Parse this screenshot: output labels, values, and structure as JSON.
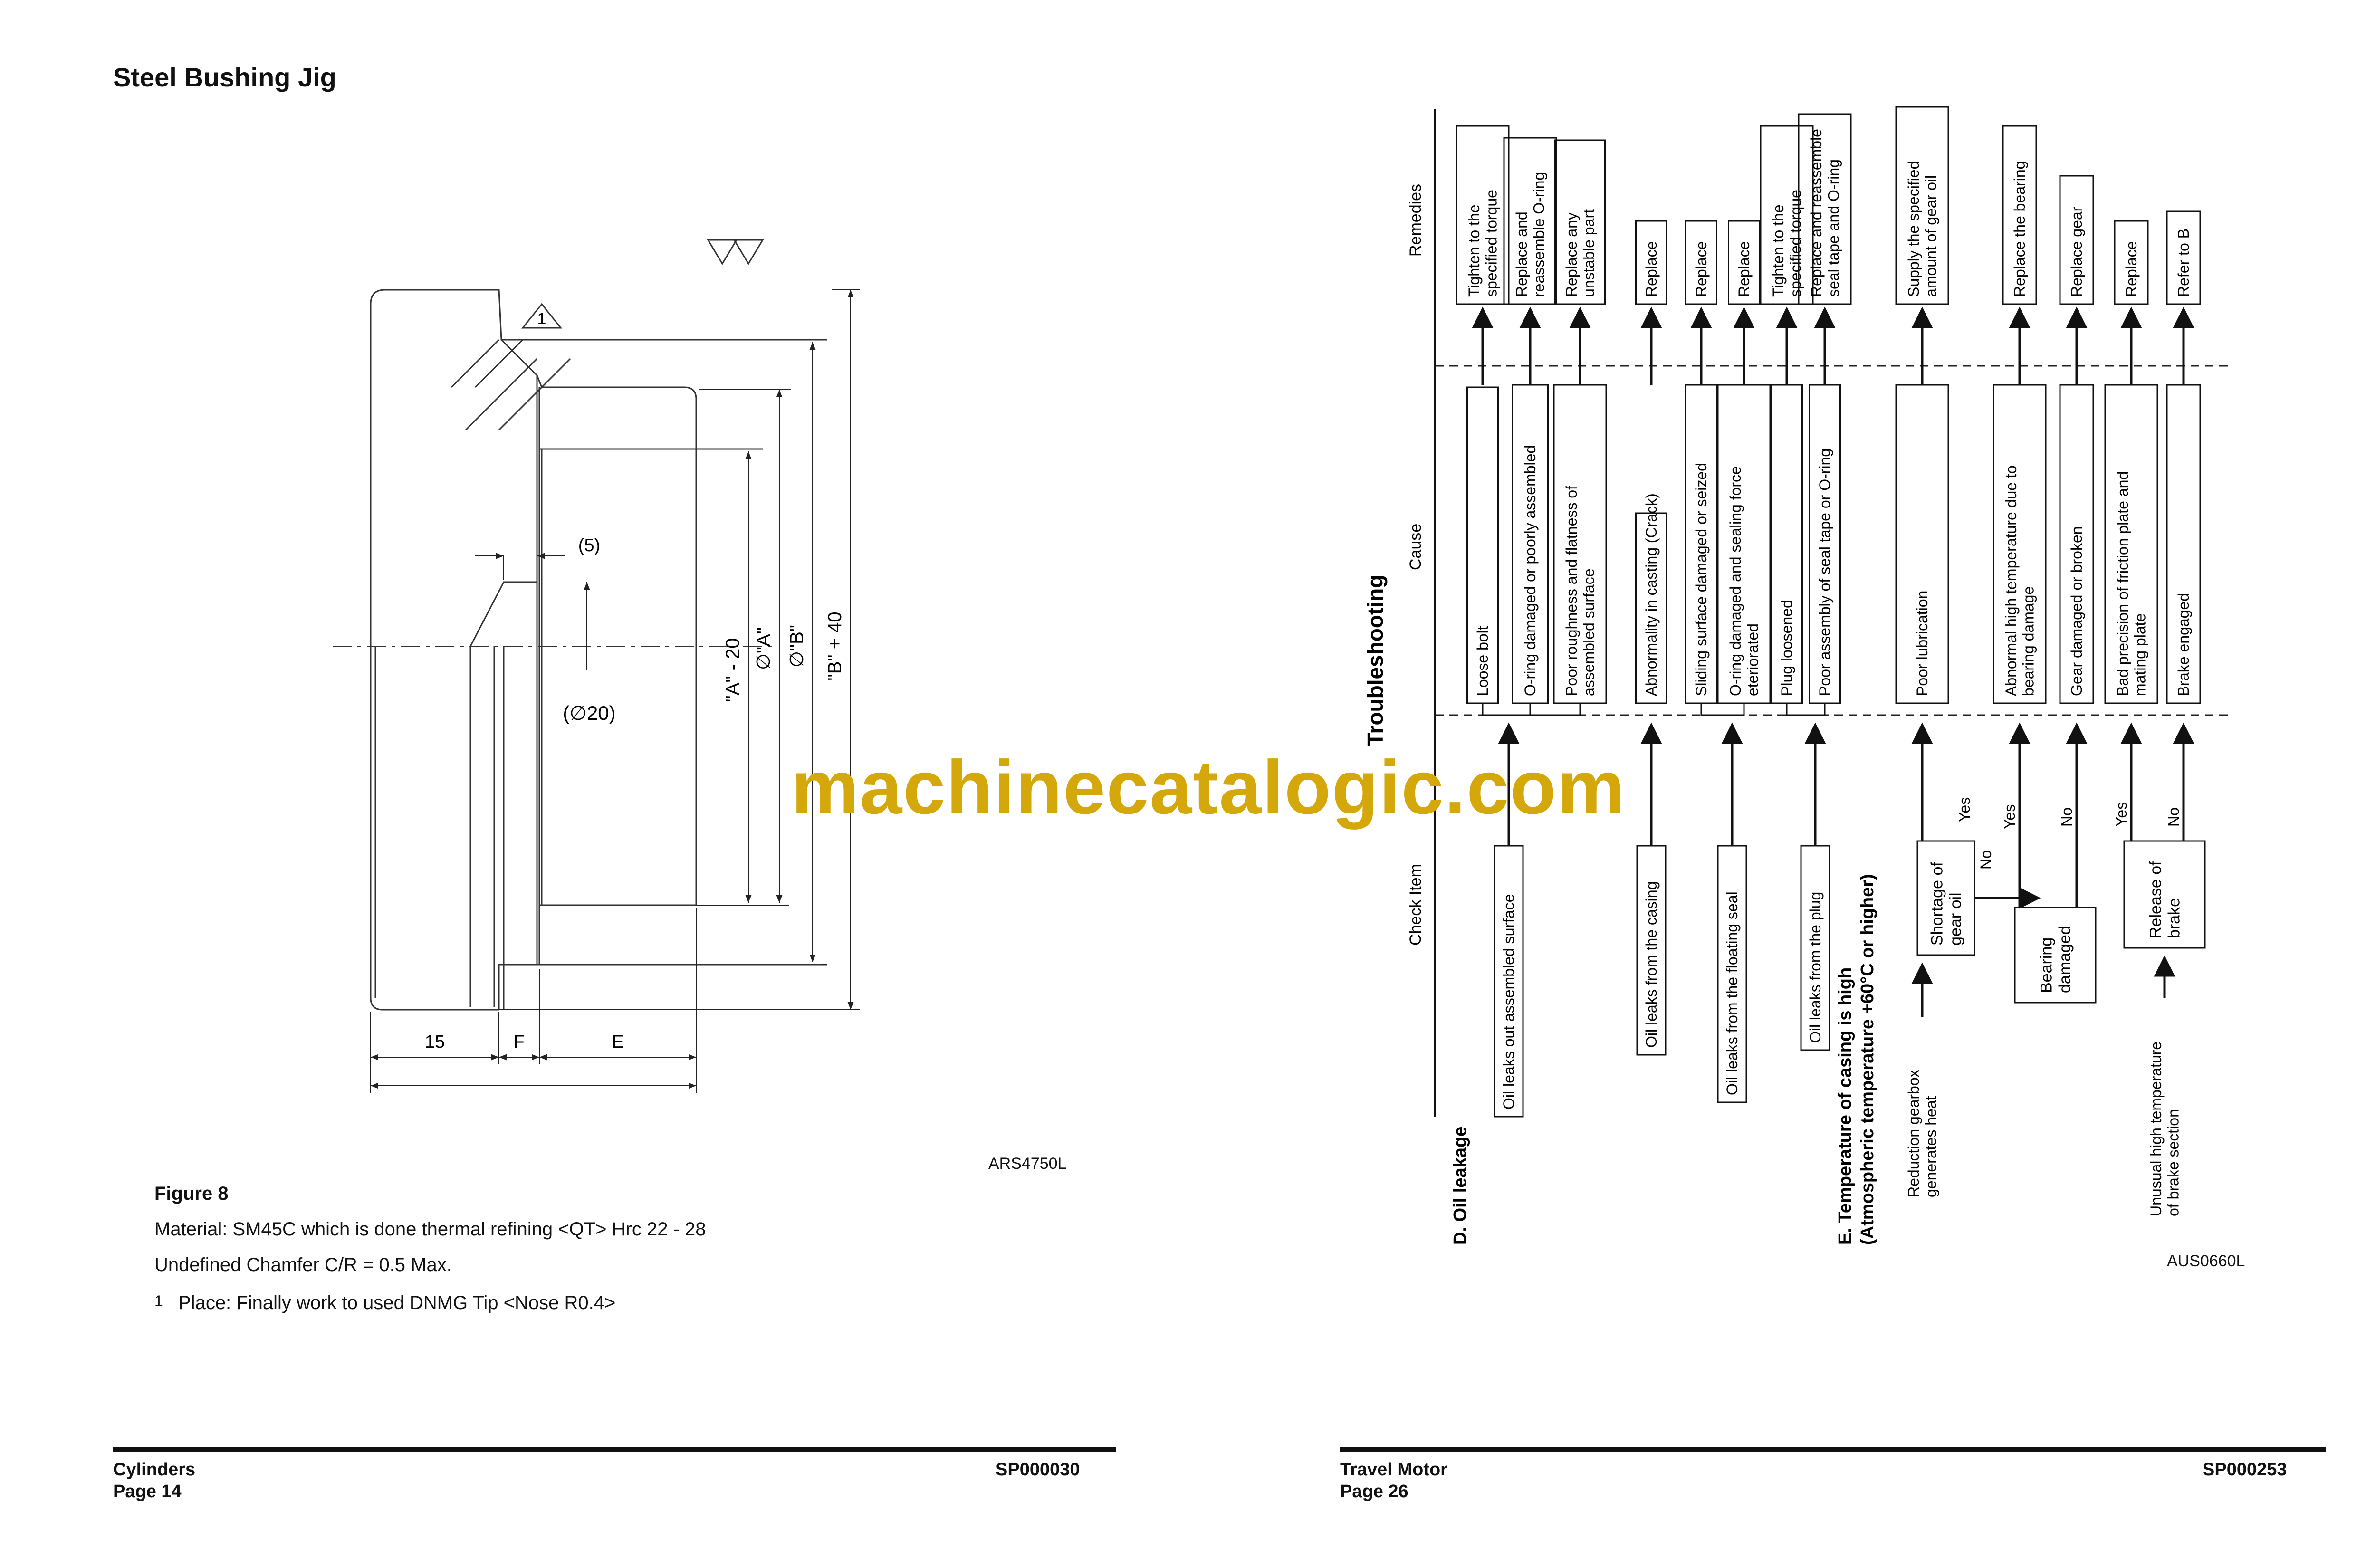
{
  "left_page": {
    "title": "Steel Bushing Jig",
    "drawing": {
      "dim_5": "(5)",
      "dim_20": "(∅20)",
      "dim_A20": "\"A\" - 20",
      "dim_A": "∅\"A\"",
      "dim_B": "∅\"B\"",
      "dim_B40": "\"B\" + 40",
      "dim_15": "15",
      "dim_F": "F",
      "dim_E": "E",
      "place_mark": "1",
      "drawing_id": "ARS4750L"
    },
    "figure_label": "Figure 8",
    "material": "Material: SM45C which is done thermal refining <QT> Hrc 22 - 28",
    "chamfer": "Undefined Chamfer C/R = 0.5 Max.",
    "note_num": "1",
    "note_text": "Place: Finally work to used DNMG Tip <Nose R0.4>",
    "footer": {
      "section": "Cylinders",
      "page": "Page 14",
      "code": "SP000030"
    }
  },
  "right_page": {
    "heading": "Troubleshooting",
    "col_remedies": "Remedies",
    "col_cause": "Cause",
    "col_check": "Check Item",
    "section_d": "D. Oil leakage",
    "section_e_1": "E. Temperature of casing is high",
    "section_e_2": "(Atmospheric temperature +60°C or higher)",
    "remedies": [
      [
        "Tighten to the",
        "specified torque"
      ],
      [
        "Replace and",
        "reassemble O-ring"
      ],
      [
        "Replace any",
        "unstable part"
      ],
      [
        "Replace"
      ],
      [
        "Replace"
      ],
      [
        "Replace"
      ],
      [
        "Tighten to the",
        "specified torque"
      ],
      [
        "Replace and reassemble",
        "seal tape and O-ring"
      ],
      [
        "Supply the specified",
        "amount of gear oil"
      ],
      [
        "Replace the bearing"
      ],
      [
        "Replace gear"
      ],
      [
        "Replace"
      ],
      [
        "Refer to B"
      ]
    ],
    "causes": [
      [
        "Loose bolt"
      ],
      [
        "O-ring damaged or poorly assembled"
      ],
      [
        "Poor roughness and flatness of",
        "assembled surface"
      ],
      [
        "Abnormality in casting (Crack)"
      ],
      [
        "Sliding surface damaged or seized"
      ],
      [
        "O-ring damaged and sealing force",
        "eteriorated"
      ],
      [
        "Plug loosened"
      ],
      [
        "Poor assembly of seal tape or O-ring"
      ],
      [
        "Poor lubrication"
      ],
      [
        "Abnormal high temperature due to",
        "bearing damage"
      ],
      [
        "Gear damaged or broken"
      ],
      [
        "Bad precision of friction plate and",
        "mating plate"
      ],
      [
        "Brake engaged"
      ]
    ],
    "checks": [
      [
        "Oil leaks out assembled surface"
      ],
      [
        "Oil leaks from the casing"
      ],
      [
        "Oil leaks from the floating seal"
      ],
      [
        "Oil leaks from the plug"
      ]
    ],
    "decisions": [
      [
        "Shortage of",
        "gear oil"
      ],
      [
        "Bearing",
        "damaged"
      ],
      [
        "Release of",
        "brake"
      ]
    ],
    "inputs": [
      [
        "Reduction gearbox",
        "generates heat"
      ],
      [
        "Unusual high temperature",
        "of brake section"
      ]
    ],
    "yes": "Yes",
    "no": "No",
    "drawing_id": "AUS0660L",
    "footer": {
      "section": "Travel Motor",
      "page": "Page 26",
      "code": "SP000253"
    }
  },
  "watermark": "machinecatalogic.com"
}
